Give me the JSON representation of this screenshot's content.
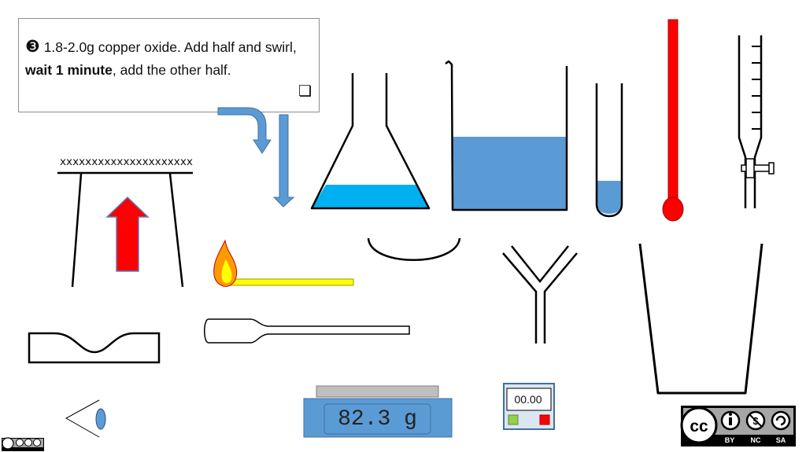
{
  "instruction": {
    "step_number": "❸",
    "text_part1": " 1.8-2.0g copper oxide. Add half and swirl, ",
    "text_bold": "wait 1 minute",
    "text_part2": ", add the other half.",
    "checkbox_glyph": "❏"
  },
  "gauze_label": "xxxxxxxxxxxxxxxxxxxxx",
  "balance": {
    "reading": "82.3 g"
  },
  "stopwatch": {
    "reading": "00.00"
  },
  "license": {
    "cc_text": "cc",
    "terms": [
      "BY",
      "NC",
      "SA"
    ]
  },
  "colors": {
    "liquid": "#5b9bd5",
    "cyan_liquid": "#00b0f0",
    "heat_arrow": "#ff0000",
    "thermometer": "#ff0000",
    "flame_outer": "#ff9900",
    "flame_inner": "#ffff00",
    "match_stick": "#ffff00",
    "balance_body": "#5b9bd5",
    "stopwatch_start": "#92d050",
    "stopwatch_stop": "#ff0000"
  },
  "icons": [
    "eye-icon",
    "flame-icon",
    "creative-commons-icon"
  ]
}
